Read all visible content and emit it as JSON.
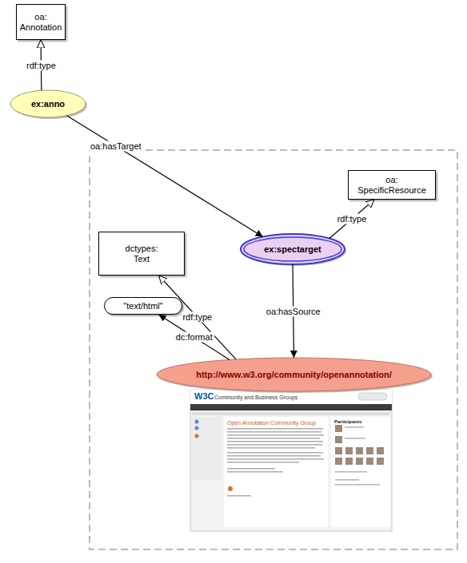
{
  "diagram": {
    "nodes": [
      {
        "text": [
          "oa: Annotation"
        ]
      },
      {
        "text": [
          "ex:anno"
        ]
      },
      {
        "text": [
          "oa: SpecificResource"
        ]
      },
      {
        "text": [
          "dctypes: Text"
        ]
      },
      {
        "text": [
          "ex:spectarget"
        ]
      },
      {
        "text": [
          "\"text/html\""
        ]
      },
      {
        "text": [
          "http://www.w3.org/community/openannotation/"
        ]
      }
    ],
    "edges": [
      {
        "from": 1,
        "to": 0,
        "label": "rdf:type",
        "arrow": "to"
      },
      {
        "from": 1,
        "to": 4,
        "label": "oa:hasTarget",
        "arrow": "to"
      },
      {
        "from": 4,
        "to": 2,
        "label": "rdf:type",
        "arrow": "to"
      },
      {
        "from": 4,
        "to": 6,
        "label": "oa:hasSource",
        "arrow": "to"
      },
      {
        "from": 6,
        "to": 3,
        "label": "rdf:type",
        "arrow": "to"
      },
      {
        "from": 6,
        "to": 5,
        "label": "dc:format",
        "arrow": "to"
      }
    ],
    "labels": [
      "W3C",
      "Community and Business Groups",
      "Open Annotation Community Group",
      "Participants"
    ]
  }
}
